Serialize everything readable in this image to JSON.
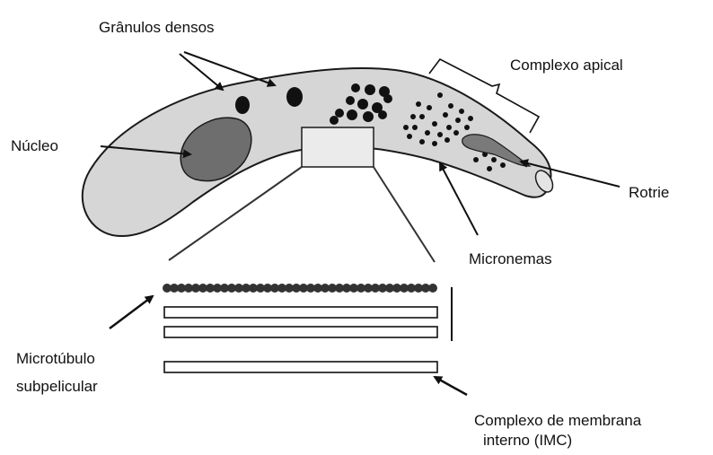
{
  "labels": {
    "granulos_densos": "Grânulos densos",
    "complexo_apical": "Complexo apical",
    "nucleo": "Núcleo",
    "rotrie": "Rotrie",
    "micronemas": "Micronemas",
    "microtubulo_line1": "Microtúbulo",
    "microtubulo_line2": "subpelicular",
    "imc_line1": "Complexo de membrana",
    "imc_line2": "interno (IMC)"
  },
  "colors": {
    "cell_fill": "#d6d6d6",
    "nucleus_fill": "#6e6e6e",
    "outline": "#1a1a1a",
    "dots": "#111111"
  }
}
